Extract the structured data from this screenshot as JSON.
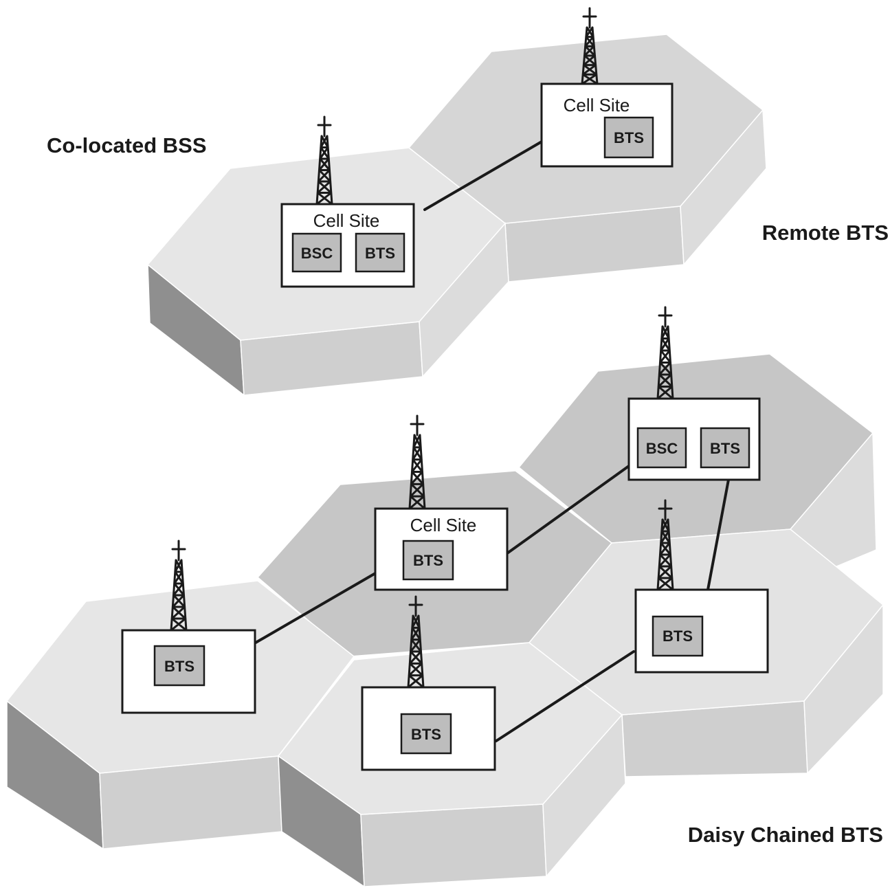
{
  "labels": {
    "colocated": "Co-located BSS",
    "remote": "Remote BTS",
    "daisy": "Daisy Chained BTS"
  },
  "site_title": "Cell Site",
  "units": {
    "bsc": "BSC",
    "bts": "BTS"
  },
  "colors": {
    "hex_top_light": "#e6e6e6",
    "hex_top_dark": "#c9c9c9",
    "hex_side_left": "#8f8f8f",
    "hex_side_front": "#cfcfcf",
    "hex_side_right": "#dcdcdc",
    "unit_fill": "#bdbdbd",
    "line": "#1a1a1a"
  }
}
